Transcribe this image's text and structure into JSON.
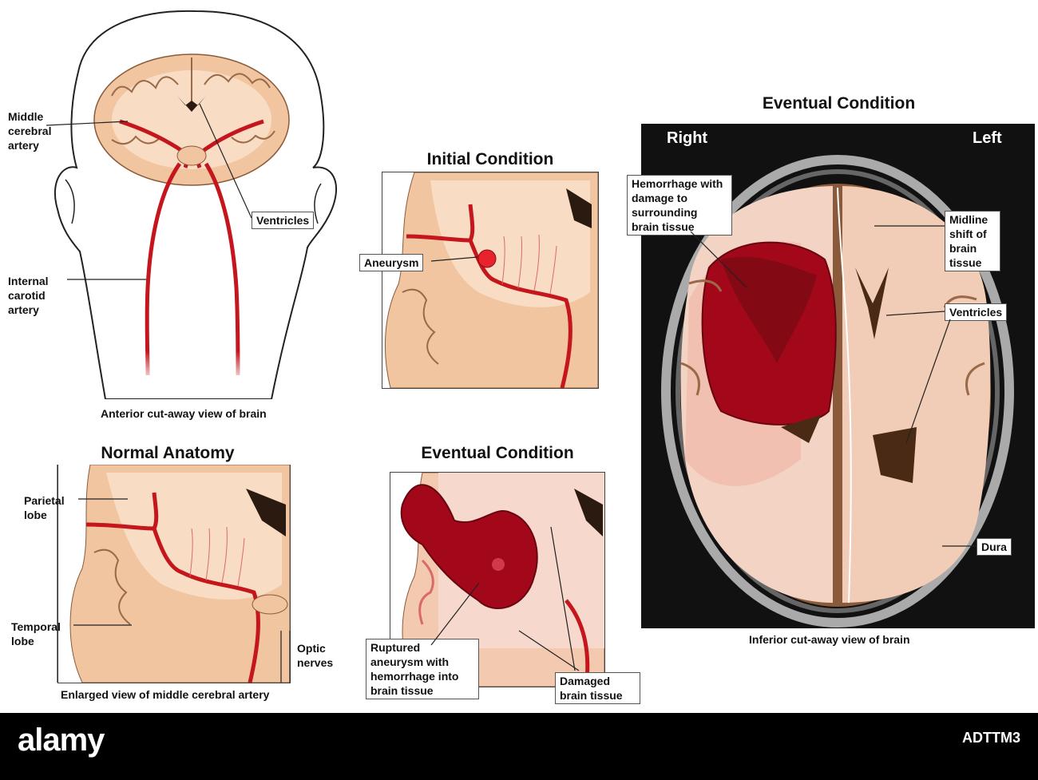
{
  "panels": {
    "head": {
      "caption": "Anterior cut-away view of brain",
      "labels": {
        "middle_cerebral_artery": "Middle cerebral artery",
        "ventricles": "Ventricles",
        "internal_carotid_artery": "Internal carotid artery"
      }
    },
    "initial": {
      "title": "Initial Condition",
      "labels": {
        "aneurysm": "Aneurysm"
      }
    },
    "normal": {
      "title": "Normal Anatomy",
      "caption": "Enlarged view of middle cerebral artery",
      "labels": {
        "parietal_lobe": "Parietal lobe",
        "temporal_lobe": "Temporal lobe",
        "optic_nerves": "Optic nerves"
      }
    },
    "eventual_small": {
      "title": "Eventual Condition",
      "labels": {
        "ruptured": "Ruptured aneurysm with hemorrhage into brain tissue",
        "damaged": "Damaged brain tissue"
      }
    },
    "eventual_large": {
      "title": "Eventual Condition",
      "caption": "Inferior cut-away view of brain",
      "labels": {
        "right": "Right",
        "left": "Left",
        "hemorrhage": "Hemorrhage with damage to surrounding brain tissue",
        "midline": "Midline shift of brain tissue",
        "ventricles": "Ventricles",
        "dura": "Dura"
      }
    }
  },
  "watermark": {
    "brand": "alamy",
    "code": "ADTTM3"
  },
  "colors": {
    "artery": "#c4161c",
    "brain_tissue": "#f5cfb0",
    "gray_matter": "#e9b892",
    "hemorrhage": "#a3081a",
    "scan_bg": "#111111"
  }
}
